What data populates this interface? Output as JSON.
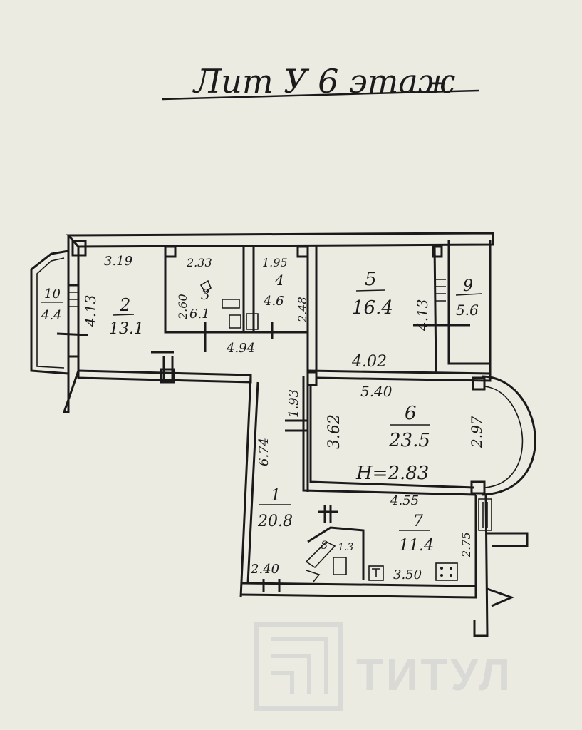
{
  "title": "Лит У 6 этаж",
  "watermark": {
    "text": "ТИТУЛ"
  },
  "ceiling_height": "H=2.83",
  "rooms": [
    {
      "id": "1",
      "area": "20.8"
    },
    {
      "id": "2",
      "area": "13.1"
    },
    {
      "id": "3",
      "area": "6.1"
    },
    {
      "id": "4",
      "area": "4.6"
    },
    {
      "id": "5",
      "area": "16.4"
    },
    {
      "id": "6",
      "area": "23.5"
    },
    {
      "id": "7",
      "area": "11.4"
    },
    {
      "id": "8",
      "area": "1.3"
    },
    {
      "id": "9",
      "area": "5.6"
    },
    {
      "id": "10",
      "area": "4.4"
    }
  ],
  "dimensions": {
    "d_3_19": "3.19",
    "d_2_33": "2.33",
    "d_1_95": "1.95",
    "d_2_60": "2.60",
    "d_2_48": "2.48",
    "d_4_13_a": "4.13",
    "d_4_13_b": "4.13",
    "d_4_94": "4.94",
    "d_4_02": "4.02",
    "d_5_40": "5.40",
    "d_1_93": "1.93",
    "d_3_62": "3.62",
    "d_2_97": "2.97",
    "d_6_74": "6.74",
    "d_4_55": "4.55",
    "d_2_75": "2.75",
    "d_2_40": "2.40",
    "d_3_50": "3.50"
  },
  "colors": {
    "paper": "#ecebe2",
    "ink": "#1a1a1a"
  }
}
